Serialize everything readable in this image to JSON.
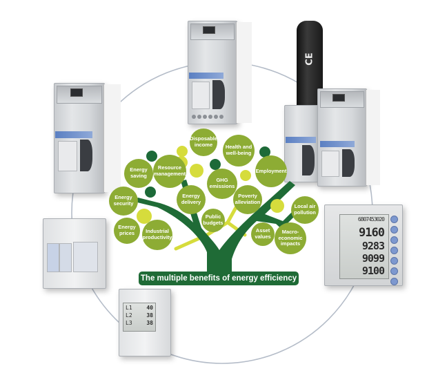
{
  "diagram": {
    "title": "The multiple benefits of energy efficiency",
    "colors": {
      "bubble": "#8dac34",
      "trunk": "#1f6b36",
      "accent_yellow": "#d6dc3c",
      "dark_dot": "#1d6a38",
      "ring": "#9aa7b8"
    },
    "benefits": [
      {
        "id": "disposable-income",
        "label": "Disposable income"
      },
      {
        "id": "health-and-well-being",
        "label": "Health and well-being"
      },
      {
        "id": "employment",
        "label": "Employment"
      },
      {
        "id": "energy-saving",
        "label": "Energy saving"
      },
      {
        "id": "resource-management",
        "label": "Resource management"
      },
      {
        "id": "ghg-emissions",
        "label": "GHG emissions"
      },
      {
        "id": "energy-security",
        "label": "Energy security"
      },
      {
        "id": "energy-delivery",
        "label": "Energy delivery"
      },
      {
        "id": "poverty-alleviation",
        "label": "Poverty alleviation"
      },
      {
        "id": "local-air-pollution",
        "label": "Local air pollution"
      },
      {
        "id": "public-budgets",
        "label": "Public budgets"
      },
      {
        "id": "energy-prices",
        "label": "Energy prices"
      },
      {
        "id": "industrial-productivity",
        "label": "Industrial productivity"
      },
      {
        "id": "asset-values",
        "label": "Asset values"
      },
      {
        "id": "macro-economic-impacts",
        "label": "Macro-economic impacts"
      }
    ]
  },
  "devices": {
    "usb_modem": {
      "mark": "CE"
    },
    "panel_meter": {
      "top_reading": "6807453020",
      "rows": [
        "9160",
        "9283",
        "9099",
        "9100"
      ]
    },
    "din_meter": {
      "rows": [
        {
          "phase": "L1",
          "value": "40"
        },
        {
          "phase": "L2",
          "value": "38"
        },
        {
          "phase": "L3",
          "value": "38"
        }
      ]
    }
  }
}
